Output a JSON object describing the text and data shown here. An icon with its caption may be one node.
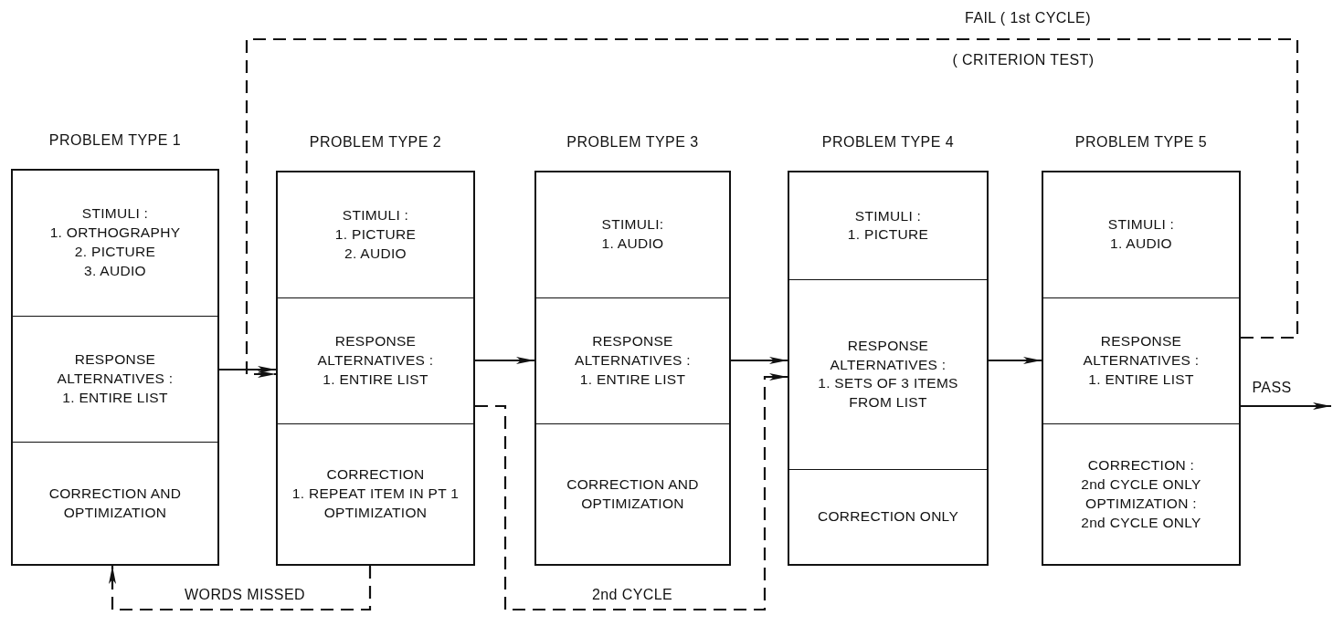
{
  "diagram": {
    "nodes": [
      {
        "text": [
          "PROBLEM TYPE 1"
        ]
      },
      {
        "text": [
          "STIMULI :",
          "1. ORTHOGRAPHY",
          "2. PICTURE",
          "3. AUDIO"
        ],
        "in": 0
      },
      {
        "text": [
          "RESPONSE ALTERNATIVES :",
          "1. ENTIRE LIST"
        ],
        "in": 0
      },
      {
        "text": [
          "CORRECTION AND OPTIMIZATION"
        ],
        "in": 0
      },
      {
        "text": [
          "PROBLEM TYPE 2"
        ]
      },
      {
        "text": [
          "STIMULI :",
          "1. PICTURE",
          "2. AUDIO"
        ],
        "in": 4
      },
      {
        "text": [
          "RESPONSE ALTERNATIVES :",
          "1. ENTIRE LIST"
        ],
        "in": 4
      },
      {
        "text": [
          "CORRECTION",
          "1. REPEAT ITEM IN PT 1",
          "OPTIMIZATION"
        ],
        "in": 4
      },
      {
        "text": [
          "PROBLEM TYPE 3"
        ]
      },
      {
        "text": [
          "STIMULI:",
          "1. AUDIO"
        ],
        "in": 8
      },
      {
        "text": [
          "RESPONSE ALTERNATIVES :",
          "1. ENTIRE LIST"
        ],
        "in": 8
      },
      {
        "text": [
          "CORRECTION AND OPTIMIZATION"
        ],
        "in": 8
      },
      {
        "text": [
          "PROBLEM TYPE 4"
        ]
      },
      {
        "text": [
          "STIMULI :",
          "1. PICTURE"
        ],
        "in": 12
      },
      {
        "text": [
          "RESPONSE ALTERNATIVES :",
          "1. SETS OF 3 ITEMS FROM LIST"
        ],
        "in": 12
      },
      {
        "text": [
          "CORRECTION ONLY"
        ],
        "in": 12
      },
      {
        "text": [
          "PROBLEM TYPE 5"
        ]
      },
      {
        "text": [
          "STIMULI :",
          "1. AUDIO"
        ],
        "in": 16
      },
      {
        "text": [
          "RESPONSE ALTERNATIVES :",
          "1. ENTIRE LIST"
        ],
        "in": 16
      },
      {
        "text": [
          "CORRECTION :",
          "2nd CYCLE ONLY",
          "OPTIMIZATION :",
          "2nd CYCLE ONLY"
        ],
        "in": 16
      }
    ],
    "edges": [
      {
        "from": 2,
        "to": 6,
        "arrow": "to"
      },
      {
        "from": 6,
        "to": 10,
        "arrow": "to"
      },
      {
        "from": 10,
        "to": 14,
        "arrow": "to"
      },
      {
        "from": 14,
        "to": 18,
        "arrow": "to"
      },
      {
        "from": 18,
        "to": null,
        "arrow": "to",
        "label": "PASS"
      },
      {
        "from": 18,
        "to": 6,
        "arrow": "to",
        "style": "dashed",
        "label": "FAIL ( 1st CYCLE)"
      },
      {
        "from": 7,
        "to": 3,
        "arrow": "to",
        "style": "dashed",
        "label": "WORDS MISSED"
      },
      {
        "from": 6,
        "to": 14,
        "arrow": "to",
        "style": "dashed",
        "label": "2nd CYCLE"
      }
    ],
    "labels": [
      "( CRITERION TEST)"
    ]
  }
}
